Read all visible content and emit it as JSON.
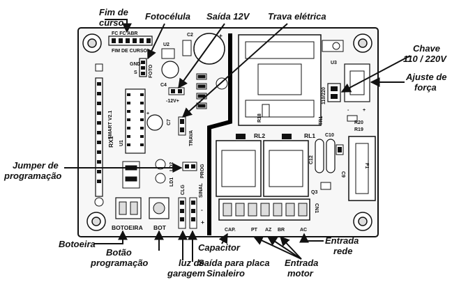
{
  "callouts": {
    "fim_de_curso": [
      "Fim de",
      "curso"
    ],
    "fotocelula": "Fotocélula",
    "saida_12v": "Saída 12V",
    "trava_eletrica": "Trava elétrica",
    "chave": [
      "Chave",
      "110 / 220V"
    ],
    "ajuste_de_forca": [
      "Ajuste de",
      "força"
    ],
    "jumper_de_programacao": [
      "Jumper de",
      "programação"
    ],
    "botoeira": "Botoeira",
    "botao_programacao": [
      "Botão",
      "programação"
    ],
    "luz_de_garagem": [
      "luz de",
      "garagem"
    ],
    "capacitor": "Capacitor",
    "saida_para_placa_sinaleiro": [
      "Saída para placa",
      "Sinaleiro"
    ],
    "entrada_rede": [
      "Entrada",
      "rede"
    ],
    "entrada_motor": [
      "Entrada",
      "motor"
    ]
  },
  "silkscreen": {
    "fim_de_curso": "FIM DE CURSO",
    "fc_pins": "FC  FC  ABR",
    "foto": "FOTO",
    "gnd": "GND",
    "s": "S",
    "u2": "U2",
    "c2": "C2",
    "c4": "C4",
    "minus_12v_plus": "-12V+",
    "trava": "TRAVA",
    "c7": "C7",
    "u1": "U1",
    "rx1": "RX1",
    "smart": "SMART V2.1",
    "ld2": "LD2",
    "ld1": "LD1",
    "prog": "PROG",
    "clg": "CLG",
    "sinal": "SINAL",
    "minus": "-",
    "plus": "+",
    "botoeira": "BOTOEIRA",
    "bot": "BOT",
    "rl2": "RL2",
    "rl1": "RL1",
    "r18": "R18",
    "tr1": "TR1",
    "c12": "C12",
    "c10": "C10",
    "c9": "C9",
    "q3": "Q3",
    "cn1": "CN1",
    "u3": "U3",
    "sw_110_220": "110/220",
    "r20": "R20",
    "r19": "R19",
    "f1": "F1",
    "cap": "CAP.",
    "pt": "PT",
    "az": "AZ",
    "br": "BR",
    "ac": "AC"
  },
  "colors": {
    "ink": "#111111",
    "board": "#f7f7f7",
    "trace": "#000000"
  }
}
